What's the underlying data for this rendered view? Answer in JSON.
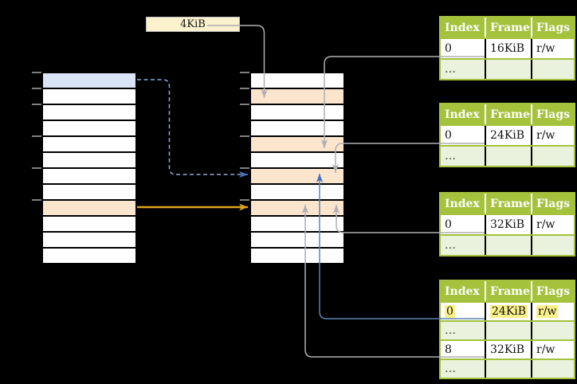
{
  "label_box": {
    "text": "4KiB"
  },
  "virtual_memory": {
    "rows": [
      "blue",
      "white",
      "white",
      "white",
      "white",
      "white",
      "white",
      "white",
      "orange",
      "white",
      "white",
      "white"
    ],
    "tick_row_indices": [
      0,
      1,
      2,
      4,
      6,
      8
    ]
  },
  "physical_memory": {
    "rows": [
      "white",
      "orange",
      "white",
      "white",
      "orange",
      "white",
      "orange",
      "white",
      "orange",
      "white",
      "white",
      "white"
    ],
    "tick_row_indices": [
      0,
      1,
      2,
      4,
      6,
      8
    ]
  },
  "page_tables": [
    {
      "header": [
        "Index",
        "Frame",
        "Flags"
      ],
      "rows": [
        [
          "0",
          "16KiB",
          "r/w"
        ],
        [
          "…",
          "",
          ""
        ]
      ]
    },
    {
      "header": [
        "Index",
        "Frame",
        "Flags"
      ],
      "rows": [
        [
          "0",
          "24KiB",
          "r/w"
        ],
        [
          "…",
          "",
          ""
        ]
      ]
    },
    {
      "header": [
        "Index",
        "Frame",
        "Flags"
      ],
      "rows": [
        [
          "0",
          "32KiB",
          "r/w"
        ],
        [
          "…",
          "",
          ""
        ]
      ]
    },
    {
      "header": [
        "Index",
        "Frame",
        "Flags"
      ],
      "rows": [
        [
          "0",
          "24KiB",
          "r/w"
        ],
        [
          "…",
          "",
          ""
        ],
        [
          "8",
          "32KiB",
          "r/w"
        ],
        [
          "…",
          "",
          ""
        ]
      ]
    }
  ],
  "colors": {
    "background": "#000000",
    "table_header_green": "#A4C23C",
    "table_row_light_green": "#EAF1DC",
    "memory_row_orange": "#FCE5CD",
    "memory_row_blue": "#D9E4F6",
    "label_box_cream": "#FCF1CD",
    "highlight_yellow": "#FAF189",
    "arrow_gray": "#AFAFB4",
    "arrow_gold": "#E0A21C",
    "arrow_blue": "#5B84B0",
    "arrow_dashed_blue": "#8EA9DB",
    "arrowhead_dashed_blue": "#4472C4",
    "tick_gray": "#7F7F7F"
  }
}
